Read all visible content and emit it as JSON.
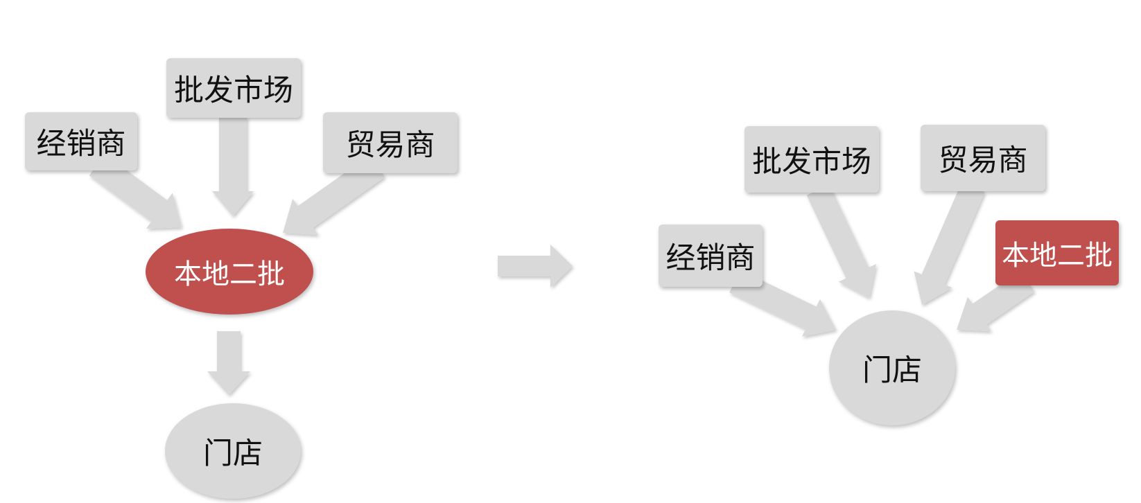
{
  "colors": {
    "node_fill": "#d9d9d9",
    "arrow_fill": "#d9d9d9",
    "accent_fill": "#c0504d",
    "text": "#111111",
    "accent_text": "#ffffff"
  },
  "before": {
    "distributor": "经销商",
    "wholesale_market": "批发市场",
    "trader": "贸易商",
    "local_secondary_wholesaler": "本地二批",
    "store": "门店"
  },
  "after": {
    "distributor": "经销商",
    "wholesale_market": "批发市场",
    "trader": "贸易商",
    "local_secondary_wholesaler": "本地二批",
    "store": "门店"
  }
}
